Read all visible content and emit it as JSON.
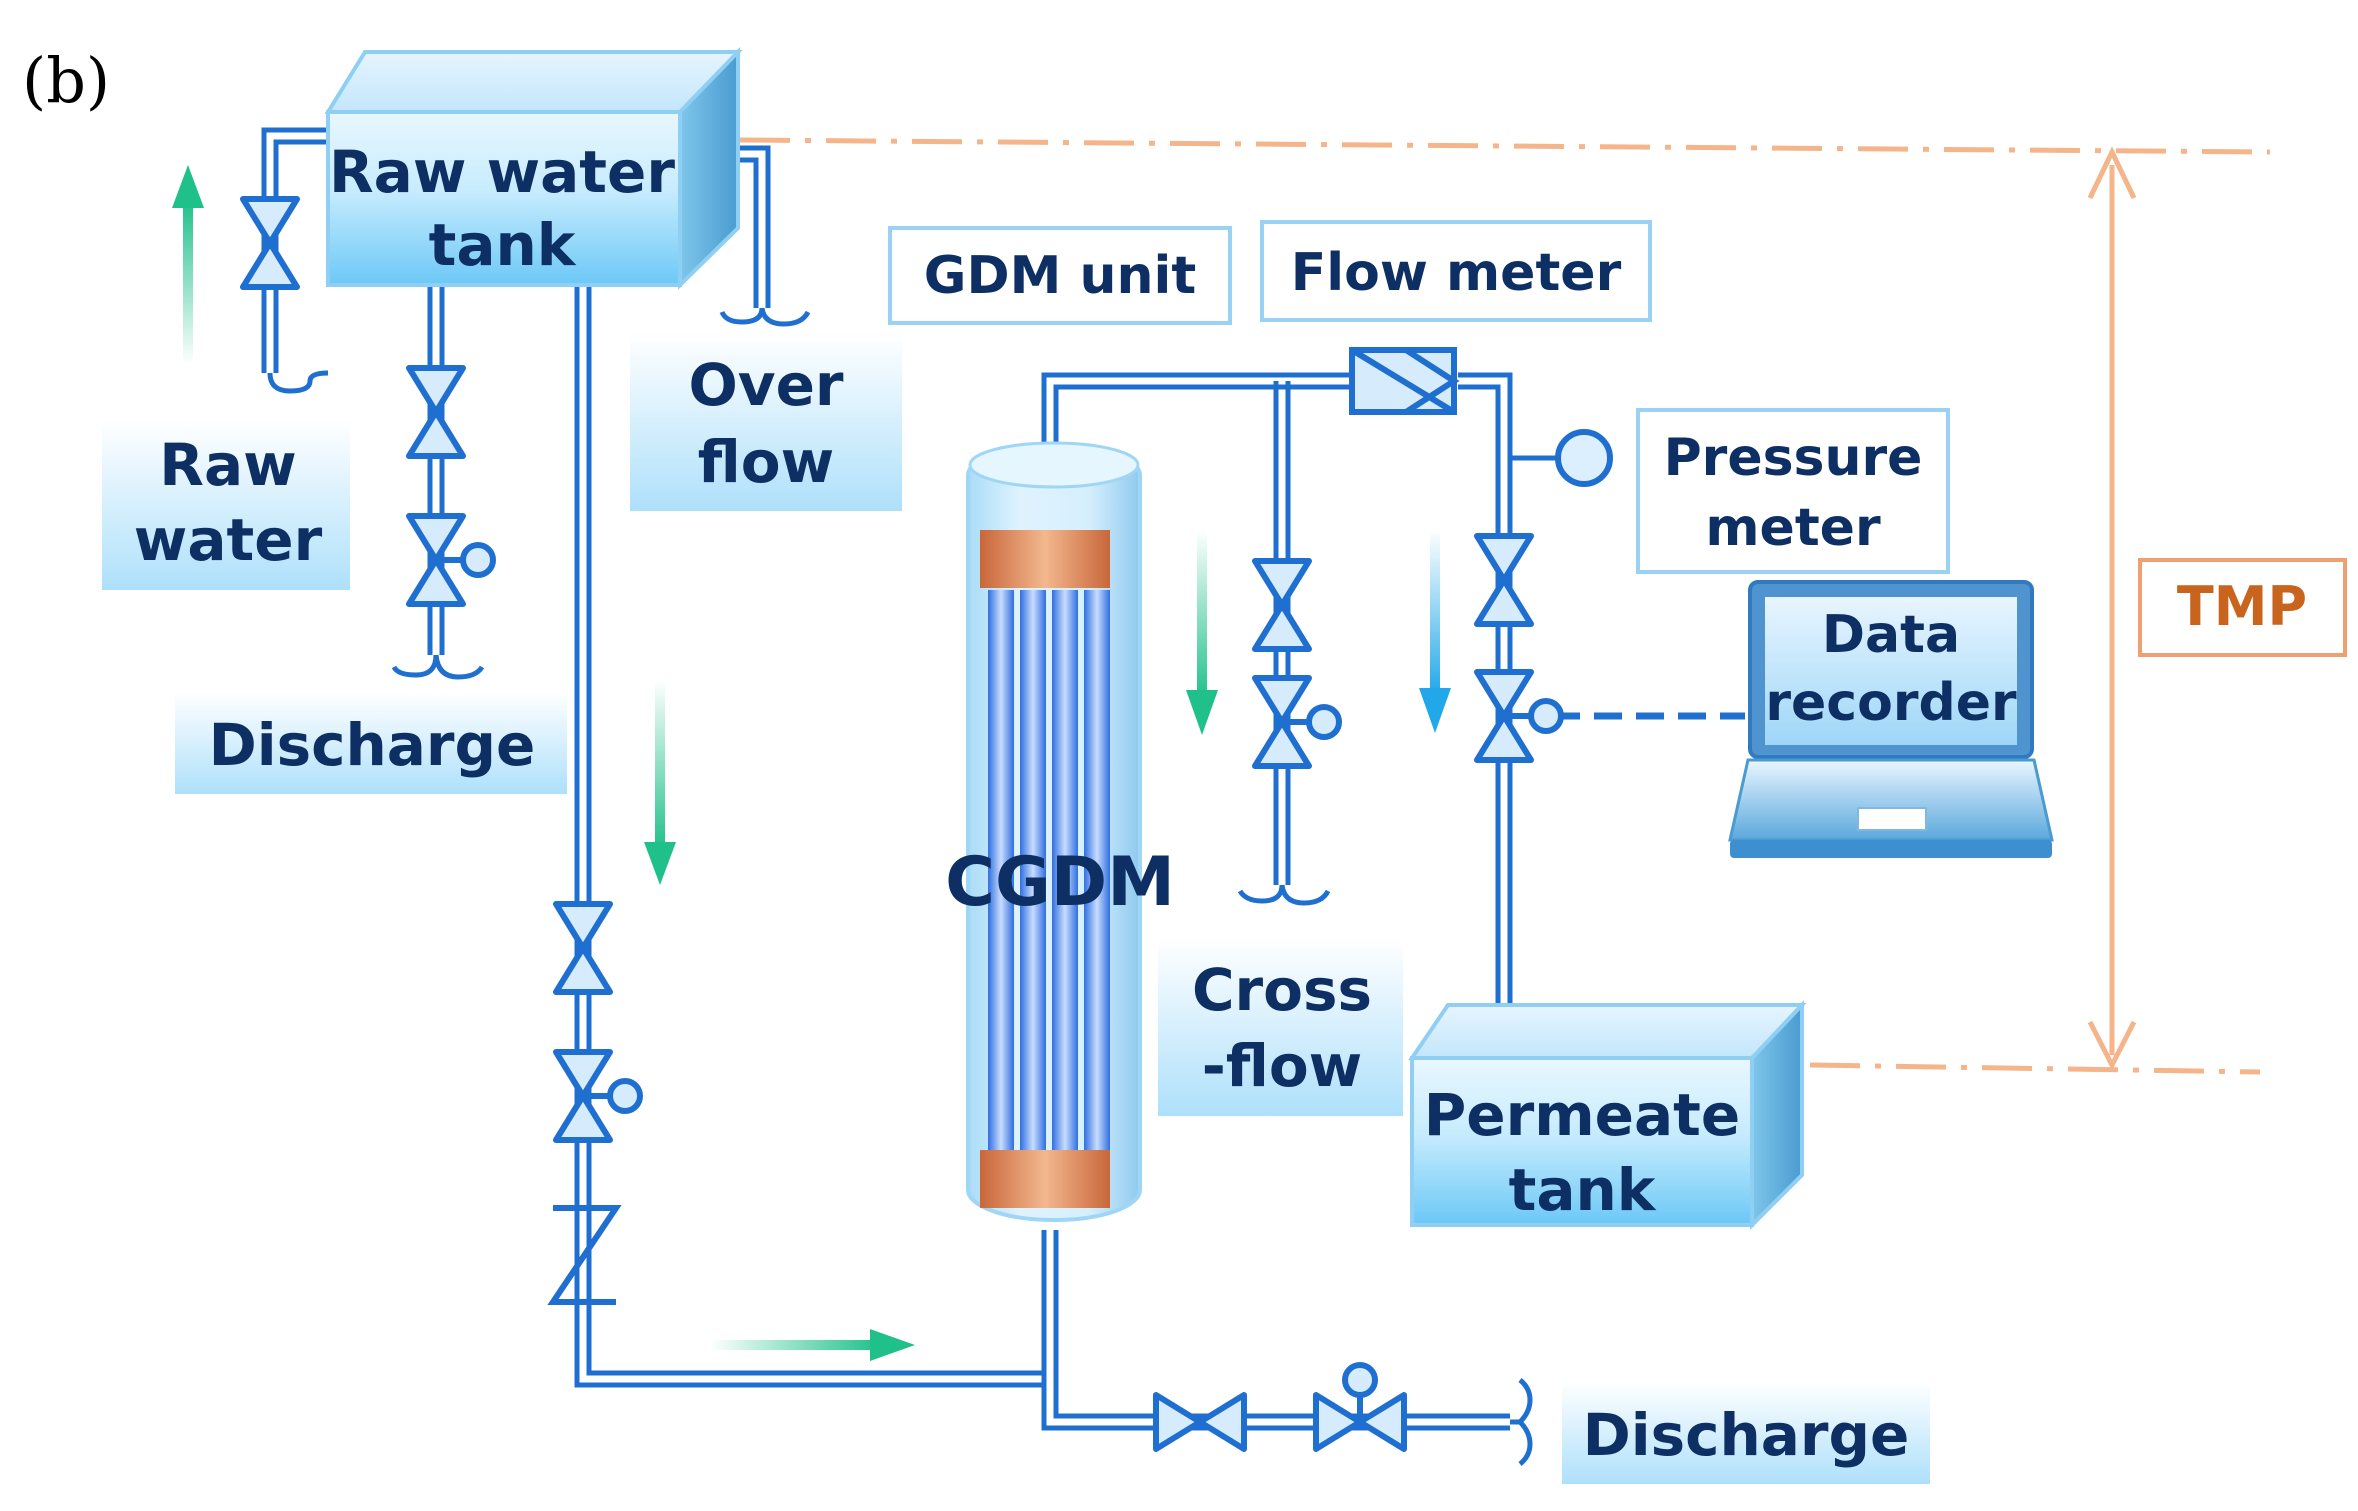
{
  "panel_label": "(b)",
  "labels": {
    "raw_water_tank": [
      "Raw water",
      "tank"
    ],
    "raw_water": [
      "Raw",
      "water"
    ],
    "overflow": [
      "Over",
      "flow"
    ],
    "discharge_left": "Discharge",
    "gdm_unit": "GDM unit",
    "flow_meter": "Flow meter",
    "pressure_meter": [
      "Pressure",
      "meter"
    ],
    "data_recorder": [
      "Data",
      "recorder"
    ],
    "cgdm": "CGDM",
    "cross_flow": [
      "Cross",
      "-flow"
    ],
    "permeate_tank": [
      "Permeate",
      "tank"
    ],
    "discharge_bottom": "Discharge",
    "tmp": "TMP"
  },
  "colors": {
    "pipe": "#1f6fd0",
    "label_text": "#0d2f63",
    "flow_arrow": "#1fc08a",
    "flow_arrow_blue": "#21a8e8",
    "tmp": "#f0a070",
    "membrane_cap": "#d9804a"
  }
}
